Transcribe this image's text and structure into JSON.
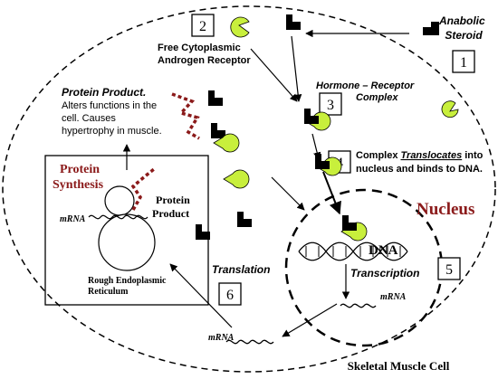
{
  "cell": {
    "label": "Skeletal Muscle Cell"
  },
  "steroid": {
    "label_line1": "Anabolic",
    "label_line2": "Steroid"
  },
  "receptor": {
    "label_line1": "Free Cytoplasmic",
    "label_line2": "Androgen Receptor"
  },
  "complex": {
    "label_line1": "Hormone – Receptor",
    "label_line2": "Complex"
  },
  "translocate": {
    "pre": "Complex ",
    "emph": "Translocates",
    "post": " into",
    "line2": "nucleus and binds to DNA."
  },
  "nucleus": {
    "label": "Nucleus",
    "dna_label": "DNA",
    "transcription_label": "Transcription",
    "mrna_label": "mRNA"
  },
  "product": {
    "title": "Protein Product.",
    "line1": "Alters functions in  the",
    "line2": "cell. Causes",
    "line3": "hypertrophy in muscle."
  },
  "synthesis": {
    "title_line1": "Protein",
    "title_line2": "Synthesis",
    "product_line1": "Protein",
    "product_line2": "Product",
    "mrna_label": "mRNA",
    "er_line1": "Rough Endoplasmic",
    "er_line2": "Reticulum"
  },
  "translation": {
    "label": "Translation",
    "mrna_label": "mRNA"
  },
  "steps": [
    "1",
    "2",
    "3",
    "4",
    "5",
    "6"
  ],
  "colors": {
    "receptor": "#c8ef3c",
    "nucleus_label": "#8b1a1a",
    "protein_chain": "#8b1a1a",
    "ink": "#000000"
  },
  "icons": {
    "steroid": "black-l-shape-icon",
    "receptor": "pacman-receptor-icon"
  }
}
